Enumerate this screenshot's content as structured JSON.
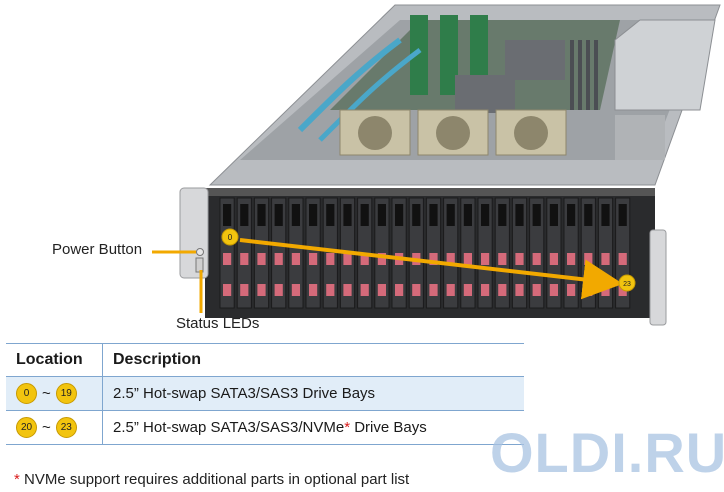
{
  "callouts": {
    "power_button": "Power Button",
    "status_leds": "Status LEDs"
  },
  "drive_markers": {
    "first": "0",
    "last": "23"
  },
  "table": {
    "headers": [
      "Location",
      "Description"
    ],
    "rows": [
      {
        "from": "0",
        "to": "19",
        "separator": "~",
        "description": "2.5” Hot-swap  SATA3/SAS3 Drive Bays",
        "note_mark": ""
      },
      {
        "from": "20",
        "to": "23",
        "separator": "~",
        "description": "2.5” Hot-swap  SATA3/SAS3/NVMe",
        "note_mark": "*",
        "description_suffix": " Drive Bays"
      }
    ]
  },
  "footnote": {
    "mark": "*",
    "text": " NVMe support requires additional parts in optional part list"
  },
  "watermark": "OLDI.RU",
  "colors": {
    "accent_arrow": "#f2a900",
    "badge": "#f2c40f",
    "table_border": "#7fa6cf",
    "table_row_alt": "#e1edf8",
    "footnote_star": "#d91c1c",
    "watermark": "#a9c3e2"
  }
}
